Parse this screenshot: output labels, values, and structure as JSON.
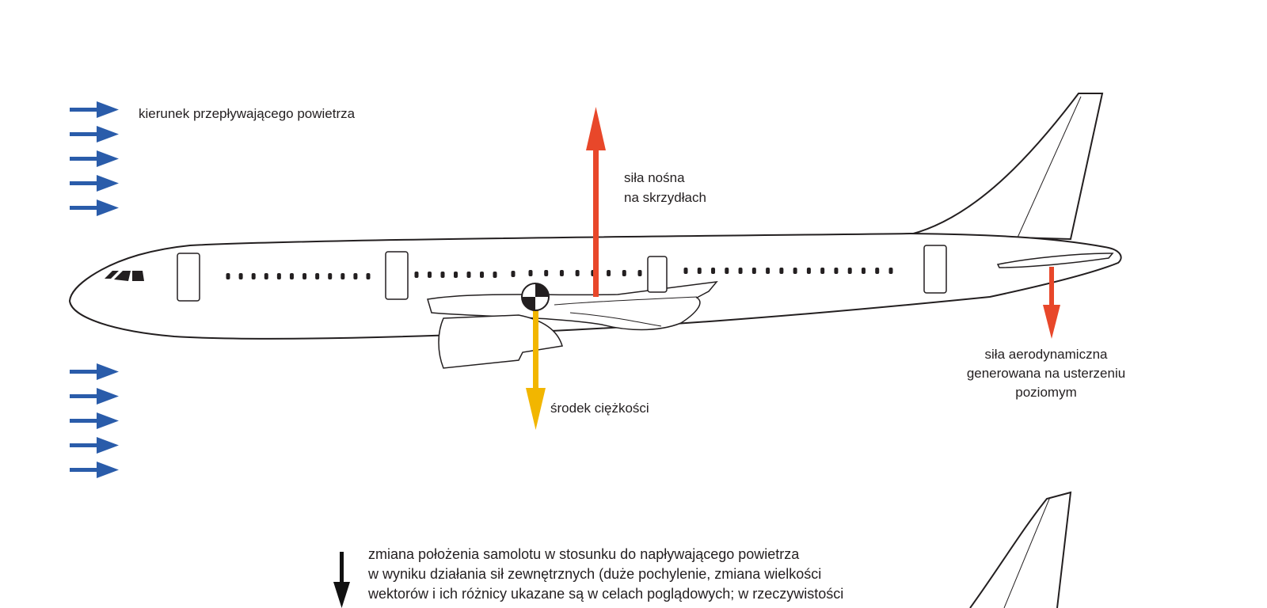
{
  "labels": {
    "airflow": "kierunek przepływającego powietrza",
    "lift_line1": "siła nośna",
    "lift_line2": "na skrzydłach",
    "cg": "środek ciężkości",
    "tail_line1": "siła aerodynamiczna",
    "tail_line2": "generowana na usterzeniu",
    "tail_line3": "poziomym"
  },
  "caption": {
    "line1": "zmiana położenia samolotu w stosunku do napływającego powietrza",
    "line2": "w wyniku działania sił zewnętrznych (duże pochylenie, zmiana wielkości",
    "line3": "wektorów i ich różnicy ukazane są w celach poglądowych; w rzeczywistości"
  },
  "colors": {
    "airflow": "#2a5caa",
    "force": "#e8472a",
    "gravity": "#f2b600",
    "outline": "#231f20"
  }
}
